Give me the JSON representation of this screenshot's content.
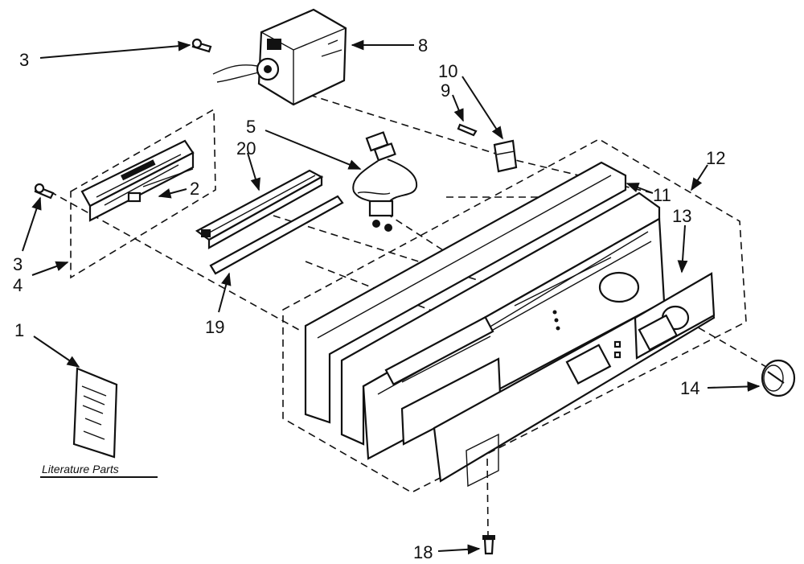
{
  "callouts": {
    "c1": "1",
    "c2": "2",
    "c3a": "3",
    "c3b": "3",
    "c4": "4",
    "c5": "5",
    "c8": "8",
    "c9": "9",
    "c10": "10",
    "c11": "11",
    "c12": "12",
    "c13": "13",
    "c14": "14",
    "c18": "18",
    "c19": "19",
    "c20": "20"
  },
  "literature_label": "Literature Parts"
}
